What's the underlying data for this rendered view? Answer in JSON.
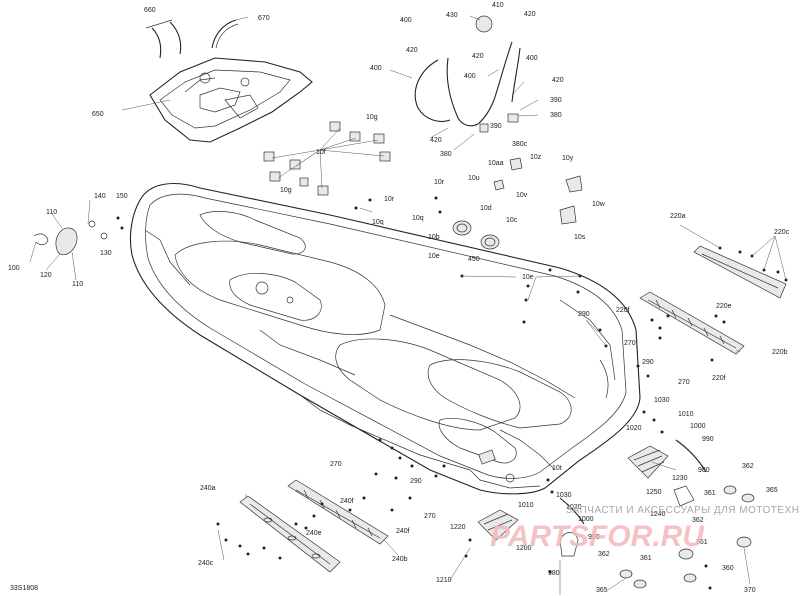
{
  "figure": {
    "code": "33S1808",
    "watermark_line1": "ЗАПЧАСТИ И АКСЕССУАРЫ ДЛЯ МОТОТЕХНИКИ",
    "watermark_line2": "PARTSFOR.RU"
  },
  "callouts": {
    "c660": "660",
    "c670": "670",
    "c650": "650",
    "c430": "430",
    "c410": "410",
    "c420a": "420",
    "c400a": "400",
    "c420b": "420",
    "c420c": "420",
    "c400b": "400",
    "c400c": "400",
    "c400d": "400",
    "c420d": "420",
    "c390a": "390",
    "c380a": "380",
    "c390b": "390",
    "c420e": "420",
    "c380b": "380",
    "c380c": "380c",
    "c10g1": "10g",
    "c10f": "10f",
    "c10g2": "10g",
    "c10z": "10z",
    "c10aa": "10aa",
    "c10y": "10y",
    "c10u": "10u",
    "c10v": "10v",
    "c10w": "10w",
    "c10r1": "10r",
    "c10r2": "10r",
    "c10q1": "10q",
    "c10q2": "10q",
    "c10d": "10d",
    "c10c": "10c",
    "c10b": "10b",
    "c10s": "10s",
    "c10e1": "10e",
    "c10e2": "10e",
    "c450": "450",
    "c140": "140",
    "c150": "150",
    "c110a": "110",
    "c130": "130",
    "c100": "100",
    "c120": "120",
    "c110b": "110",
    "c220a": "220a",
    "c220c": "220c",
    "c220e": "220e",
    "c220f1": "220f",
    "c220f2": "220f",
    "c220b": "220b",
    "c290a": "290",
    "c270a": "270",
    "c290b": "290",
    "c270b": "270",
    "c1030a": "1030",
    "c1010a": "1010",
    "c1000a": "1000",
    "c1020a": "1020",
    "c990a": "990",
    "c980a": "980",
    "c1230": "1230",
    "c10t": "10t",
    "c362a": "362",
    "c361a": "361",
    "c365a": "365",
    "c1250": "1250",
    "c1240": "1240",
    "c362b": "362",
    "c361b": "361",
    "c362c": "362",
    "c361c": "361",
    "c360": "360",
    "c365b": "365",
    "c370": "370",
    "c270c": "270",
    "c290c": "290",
    "c240a": "240a",
    "c240f1": "240f",
    "c240f2": "240f",
    "c240e": "240e",
    "c240b": "240b",
    "c240c": "240c",
    "c270d": "270",
    "c1030b": "1030",
    "c1020b": "1020",
    "c1010b": "1010",
    "c1000b": "1000",
    "c1220": "1220",
    "c990b": "990",
    "c1200": "1200",
    "c980b": "980",
    "c1210": "1210"
  }
}
